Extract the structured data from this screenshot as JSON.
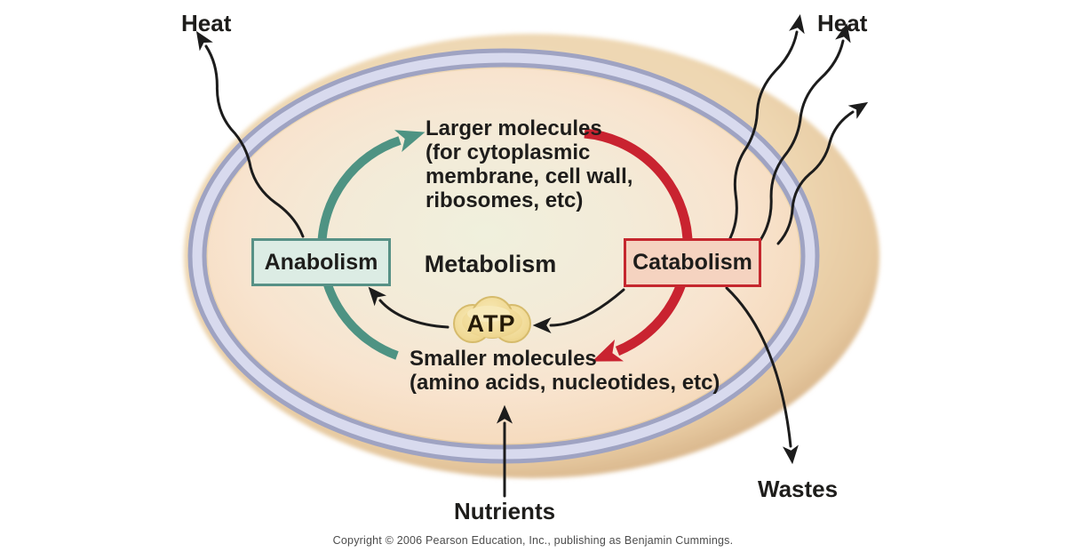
{
  "title": "Metabolism diagram (anabolism and catabolism in a cell)",
  "cell": {
    "center_label": "Metabolism",
    "anabolism_label": "Anabolism",
    "catabolism_label": "Catabolism",
    "atp_label": "ATP",
    "larger_molecules_lines": [
      "Larger molecules",
      "(for cytoplasmic",
      "membrane, cell wall,",
      "ribosomes, etc)"
    ],
    "smaller_molecules_lines": [
      "Smaller molecules",
      "(amino acids, nucleotides, etc)"
    ]
  },
  "external": {
    "heat_left": "Heat",
    "heat_right": "Heat",
    "nutrients": "Nutrients",
    "wastes": "Wastes"
  },
  "footer": {
    "copyright": "Copyright © 2006 Pearson Education, Inc., publishing as Benjamin Cummings."
  },
  "colors": {
    "anabolism_teal": "#4e9383",
    "anabolism_box_fill": "#dcece4",
    "anabolism_box_border": "#579186",
    "catabolism_red": "#c92330",
    "catabolism_box_fill": "#f5d3c0",
    "catabolism_box_border": "#c5272e",
    "atp_fill": "#f0d994",
    "membrane_lavender": "#d8daee",
    "membrane_line": "#9fa3c2",
    "cell_outer_tan": "#e6c9a0",
    "arrow_black": "#1c1c1c"
  }
}
